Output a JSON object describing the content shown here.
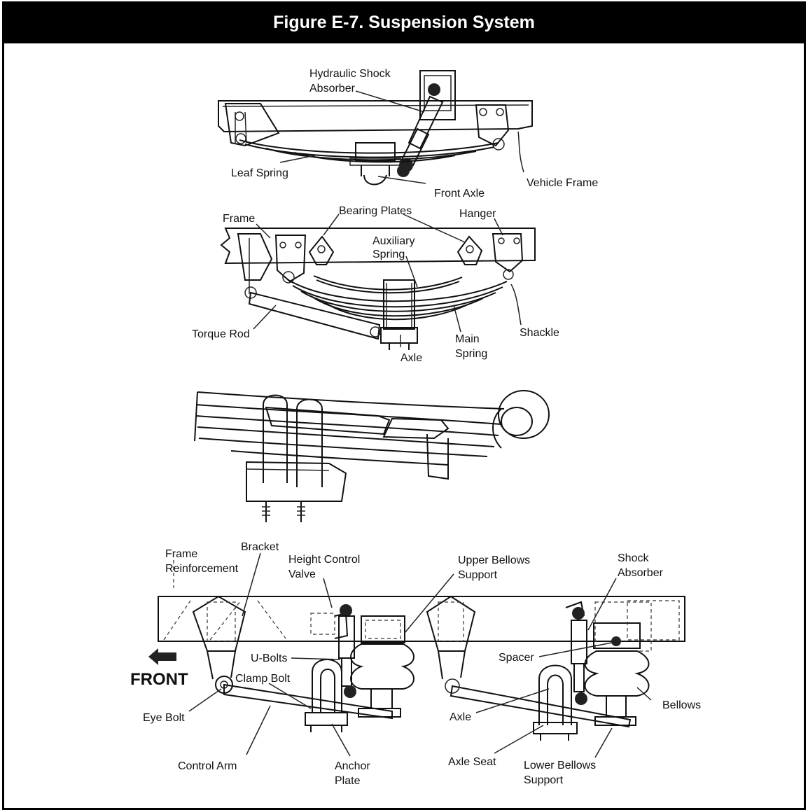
{
  "title": "Figure E-7. Suspension System",
  "colors": {
    "title_bar": "#000000",
    "title_text": "#ffffff",
    "ink": "#111111"
  },
  "diagram1": {
    "hydraulic_shock_line1": "Hydraulic Shock",
    "hydraulic_shock_line2": "Absorber",
    "leaf_spring": "Leaf Spring",
    "front_axle": "Front Axle",
    "vehicle_frame": "Vehicle Frame"
  },
  "diagram2": {
    "frame": "Frame",
    "bearing_plates": "Bearing Plates",
    "hanger": "Hanger",
    "auxiliary_line1": "Auxiliary",
    "auxiliary_line2": "Spring",
    "torque_rod": "Torque Rod",
    "shackle": "Shackle",
    "main_line1": "Main",
    "main_line2": "Spring",
    "axle": "Axle"
  },
  "diagram4": {
    "frame_line1": "Frame",
    "frame_line2": "Reinforcement",
    "bracket": "Bracket",
    "height_line1": "Height Control",
    "height_line2": "Valve",
    "upper_line1": "Upper Bellows",
    "upper_line2": "Support",
    "shock_line1": "Shock",
    "shock_line2": "Absorber",
    "u_bolts": "U-Bolts",
    "spacer": "Spacer",
    "front": "FRONT",
    "clamp_bolt": "Clamp Bolt",
    "bellows": "Bellows",
    "eye_bolt": "Eye Bolt",
    "axle": "Axle",
    "control_arm": "Control Arm",
    "anchor_line1": "Anchor",
    "anchor_line2": "Plate",
    "axle_seat": "Axle Seat",
    "lower_line1": "Lower Bellows",
    "lower_line2": "Support"
  }
}
